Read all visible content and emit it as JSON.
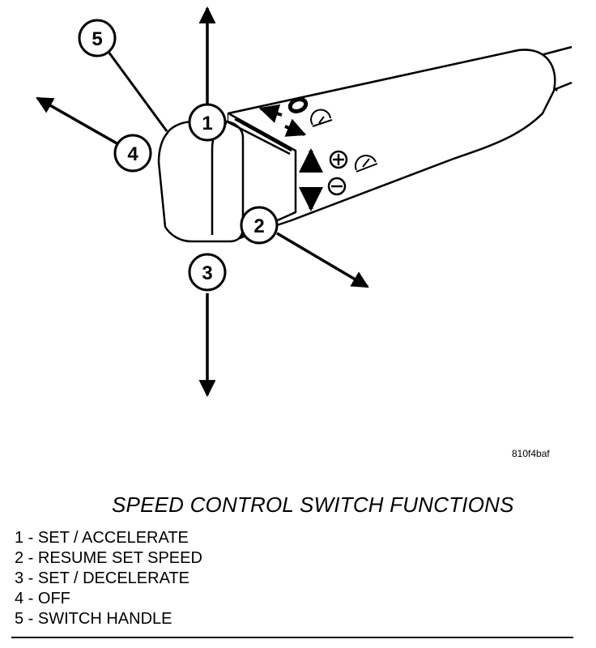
{
  "figure_id": "810f4baf",
  "title": "SPEED CONTROL SWITCH FUNCTIONS",
  "callouts": [
    {
      "num": "1",
      "label": "SET / ACCELERATE"
    },
    {
      "num": "2",
      "label": "RESUME SET SPEED"
    },
    {
      "num": "3",
      "label": "SET / DECELERATE"
    },
    {
      "num": "4",
      "label": "OFF"
    },
    {
      "num": "5",
      "label": "SWITCH HANDLE"
    }
  ],
  "switch_markings": {
    "off_symbol": "O",
    "plus_symbol": "+",
    "minus_symbol": "−"
  },
  "colors": {
    "ink": "#000000",
    "paper": "#ffffff"
  }
}
